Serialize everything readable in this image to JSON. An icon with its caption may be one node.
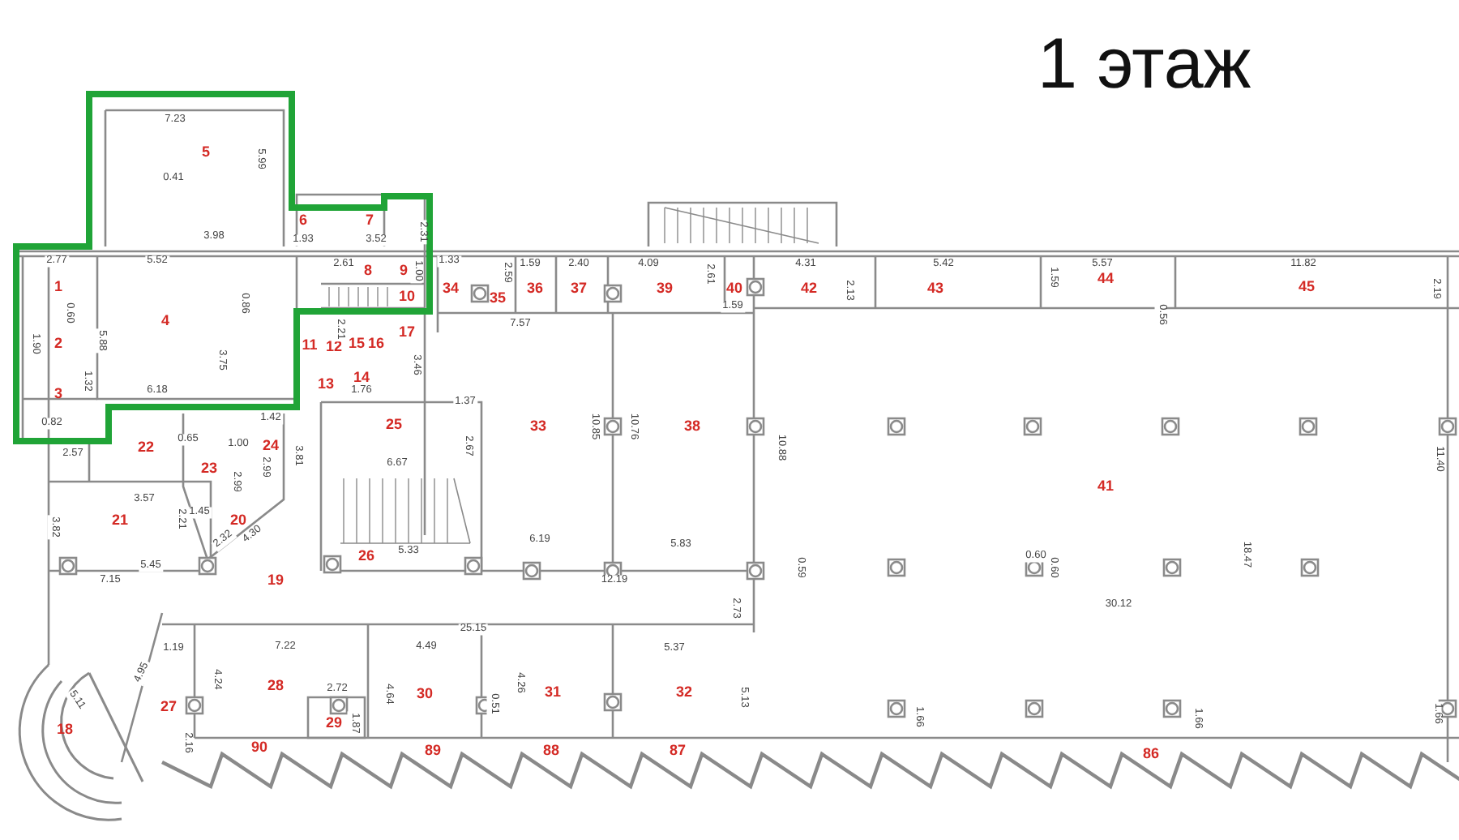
{
  "diagram": {
    "title": "1 этаж",
    "labels": [
      "5",
      "6",
      "7",
      "8",
      "9",
      "10",
      "1",
      "34",
      "35",
      "36",
      "37",
      "39",
      "40",
      "42",
      "43",
      "44",
      "45",
      "4",
      "2",
      "11",
      "12",
      "15",
      "16",
      "17",
      "14",
      "13",
      "3",
      "25",
      "33",
      "38",
      "22",
      "24",
      "23",
      "41",
      "21",
      "20",
      "26",
      "19",
      "28",
      "30",
      "31",
      "32",
      "27",
      "29",
      "18",
      "90",
      "89",
      "88",
      "87",
      "86",
      "7.23",
      "5.99",
      "0.41",
      "3.98",
      "1.93",
      "3.52",
      "2.31",
      "2.77",
      "5.52",
      "2.61",
      "1.00",
      "1.33",
      "0.60",
      "0.86",
      "1.90",
      "5.88",
      "3.75",
      "2.21",
      "3.46",
      "1.32",
      "6.18",
      "1.76",
      "0.82",
      "1.37",
      "2.57",
      "0.65",
      "1.42",
      "1.00",
      "2.99",
      "2.99",
      "3.81",
      "2.67",
      "6.67",
      "3.57",
      "2.21",
      "1.45",
      "3.82",
      "2.32",
      "4.30",
      "5.45",
      "7.15",
      "5.33",
      "2.59",
      "1.59",
      "2.40",
      "4.09",
      "2.61",
      "1.59",
      "7.57",
      "4.31",
      "2.13",
      "5.42",
      "1.59",
      "5.57",
      "11.82",
      "2.19",
      "0.56",
      "10.85",
      "10.76",
      "10.88",
      "11.40",
      "6.19",
      "5.83",
      "12.19",
      "0.59",
      "0.60",
      "0.60",
      "18.47",
      "30.12",
      "2.73",
      "25.15",
      "1.19",
      "7.22",
      "4.49",
      "5.37",
      "5.11",
      "4.95",
      "4.24",
      "2.72",
      "4.64",
      "4.26",
      "0.51",
      "5.13",
      "1.87",
      "1.66",
      "1.66",
      "1.66",
      "2.16"
    ]
  }
}
